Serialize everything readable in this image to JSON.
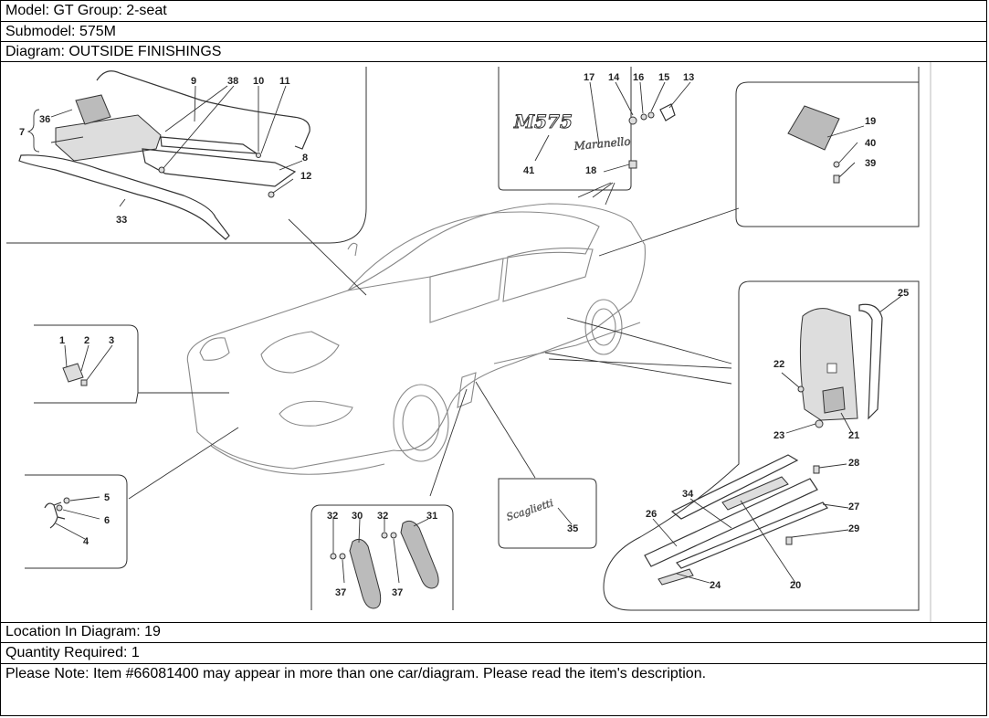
{
  "header": {
    "model": "Model: GT Group: 2-seat",
    "submodel": "Submodel: 575M",
    "diagram": "Diagram: OUTSIDE FINISHINGS"
  },
  "diagram": {
    "callouts": [
      "1",
      "2",
      "3",
      "4",
      "5",
      "6",
      "7",
      "8",
      "9",
      "10",
      "11",
      "12",
      "13",
      "14",
      "15",
      "16",
      "17",
      "18",
      "19",
      "20",
      "21",
      "22",
      "23",
      "24",
      "25",
      "26",
      "27",
      "28",
      "29",
      "30",
      "31",
      "32",
      "32",
      "33",
      "34",
      "35",
      "36",
      "37",
      "37",
      "38",
      "39",
      "40",
      "41"
    ],
    "badge_text": "M575",
    "script_badge": "Maranello",
    "side_script": "Scaglietti"
  },
  "footer": {
    "location": "Location In Diagram: 19",
    "quantity": "Quantity Required: 1",
    "note": "Please Note: Item #66081400 may appear in more than one car/diagram. Please read the item's description."
  }
}
